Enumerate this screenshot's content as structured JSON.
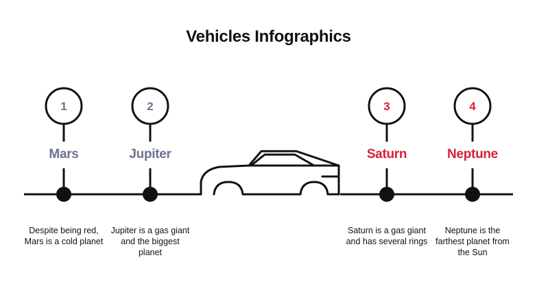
{
  "title": "Vehicles Infographics",
  "colors": {
    "line": "#111111",
    "muted": "#6e7290",
    "accent": "#d8203a"
  },
  "icons": {
    "vehicle": "car-icon"
  },
  "milestones": [
    {
      "number": "1",
      "label": "Mars",
      "description": "Despite being red, Mars is a cold planet",
      "color": "#6e7290"
    },
    {
      "number": "2",
      "label": "Jupiter",
      "description": "Jupiter is a gas giant and the biggest planet",
      "color": "#6e7290"
    },
    {
      "number": "3",
      "label": "Saturn",
      "description": "Saturn is a gas giant and has several rings",
      "color": "#d8203a"
    },
    {
      "number": "4",
      "label": "Neptune",
      "description": "Neptune is the farthest planet from the Sun",
      "color": "#d8203a"
    }
  ]
}
